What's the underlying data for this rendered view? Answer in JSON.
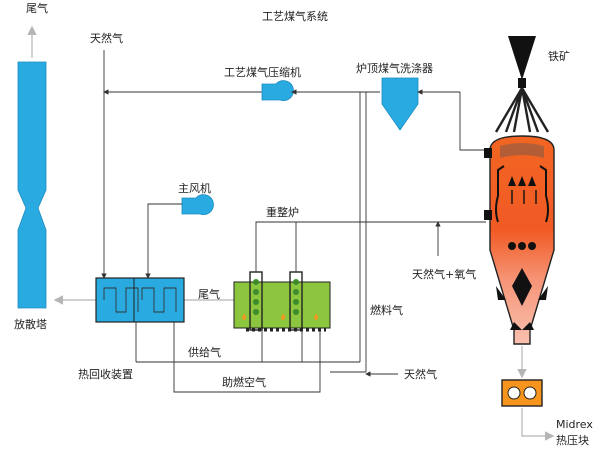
{
  "title": "工艺煤气系统",
  "labels": {
    "tail_gas_top": "尾气",
    "natural_gas_top": "天然气",
    "process_gas_compressor": "工艺煤气压缩机",
    "top_gas_scrubber": "炉顶煤气洗涤器",
    "iron_ore": "铁矿",
    "main_blower": "主风机",
    "reformer": "重整炉",
    "natural_gas_oxygen": "天然气+氧气",
    "tail_gas_mid": "尾气",
    "fuel_gas": "燃料气",
    "vent_stack": "放散塔",
    "feed_gas": "供给气",
    "heat_recovery": "热回收装置",
    "natural_gas_bottom": "天然气",
    "combustion_air": "助燃空气",
    "midrex": "Midrex",
    "hbi": "热压块"
  },
  "colors": {
    "stack": "#29abe2",
    "equipment": "#29abe2",
    "furnace_top": "#f26522",
    "furnace_bottom": "#f4a99a",
    "reformer": "#8cc63f",
    "hbi_box": "#f7941d",
    "outline": "#333333",
    "gray_line": "#b5b5b5"
  }
}
